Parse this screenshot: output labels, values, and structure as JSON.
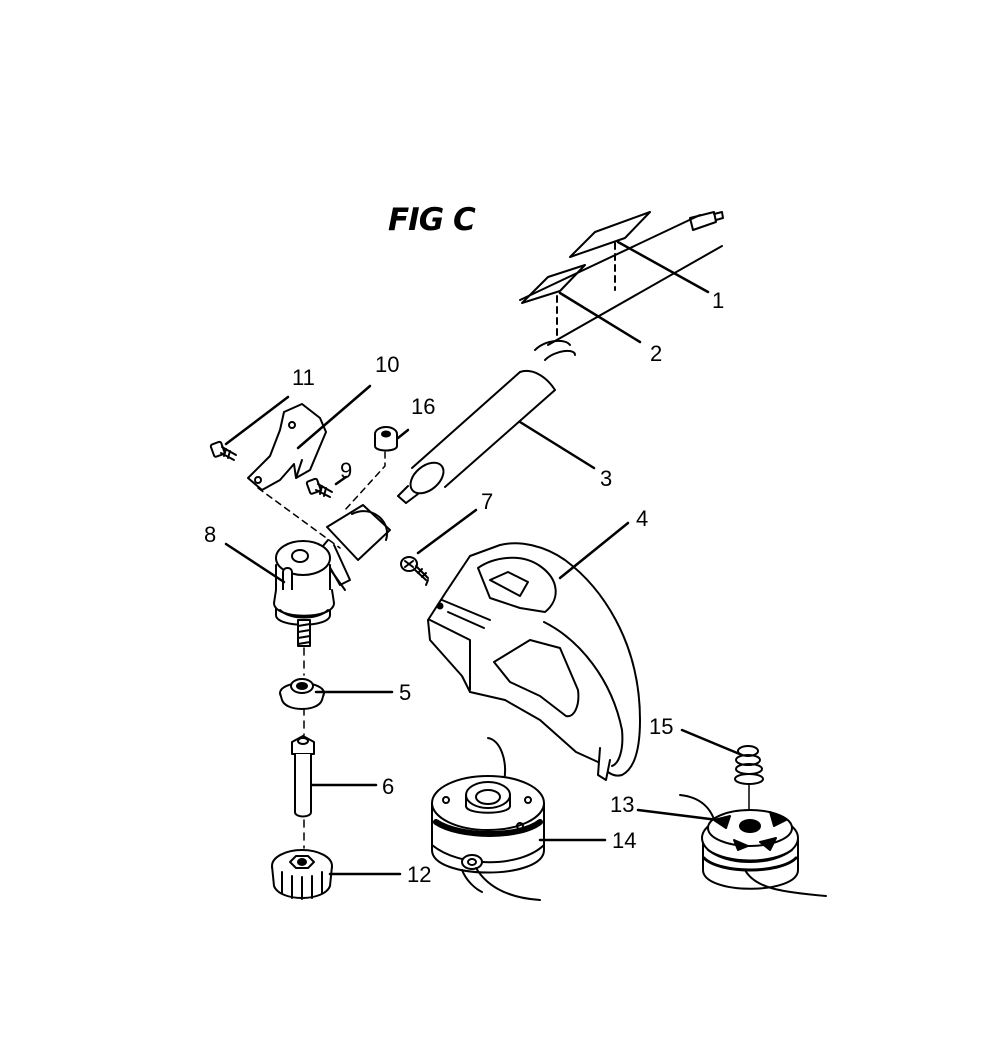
{
  "figure": {
    "title": "FIG C"
  },
  "callouts": {
    "c1": "1",
    "c2": "2",
    "c3": "3",
    "c4": "4",
    "c5": "5",
    "c6": "6",
    "c7": "7",
    "c8": "8",
    "c9": "9",
    "c10": "10",
    "c11": "11",
    "c12": "12",
    "c13": "13",
    "c14": "14",
    "c15": "15",
    "c16": "16"
  }
}
